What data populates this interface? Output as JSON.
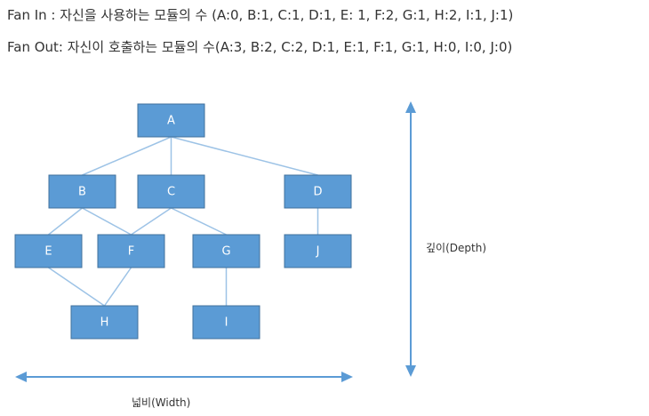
{
  "header": {
    "fan_in": "Fan In : 자신을 사용하는 모듈의 수 (A:0, B:1, C:1, D:1, E: 1, F:2, G:1, H:2, I:1, J:1)",
    "fan_out": "Fan Out: 자신이 호출하는 모듈의 수(A:3, B:2, C:2, D:1, E:1, F:1, G:1, H:0, I:0, J:0)"
  },
  "diagram": {
    "nodes": [
      {
        "id": "A",
        "label": "A"
      },
      {
        "id": "B",
        "label": "B"
      },
      {
        "id": "C",
        "label": "C"
      },
      {
        "id": "D",
        "label": "D"
      },
      {
        "id": "E",
        "label": "E"
      },
      {
        "id": "F",
        "label": "F"
      },
      {
        "id": "G",
        "label": "G"
      },
      {
        "id": "J",
        "label": "J"
      },
      {
        "id": "H",
        "label": "H"
      },
      {
        "id": "I",
        "label": "I"
      }
    ],
    "edges": [
      [
        "A",
        "B"
      ],
      [
        "A",
        "C"
      ],
      [
        "A",
        "D"
      ],
      [
        "B",
        "E"
      ],
      [
        "B",
        "F"
      ],
      [
        "C",
        "F"
      ],
      [
        "C",
        "G"
      ],
      [
        "D",
        "J"
      ],
      [
        "E",
        "H"
      ],
      [
        "F",
        "H"
      ],
      [
        "G",
        "I"
      ]
    ],
    "depth_label": "깊이(Depth)",
    "width_label": "넓비(Width)"
  },
  "colors": {
    "node_fill": "#5b9bd5",
    "node_stroke": "#41719c",
    "edge": "#9dc3e6",
    "arrow": "#5b9bd5"
  }
}
